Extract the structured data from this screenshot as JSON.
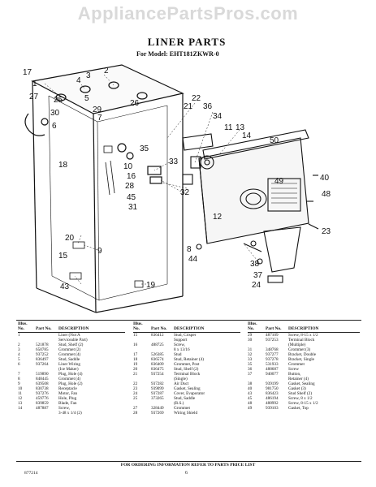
{
  "watermark": "AppliancePartsPros.com",
  "title": "LINER PARTS",
  "model": "For Model: EHT181ZKWR-0",
  "callouts": [
    "17",
    "1",
    "4",
    "3",
    "2",
    "27",
    "25",
    "5",
    "29",
    "30",
    "7",
    "6",
    "26",
    "22",
    "21",
    "36",
    "34",
    "11",
    "13",
    "14",
    "50",
    "35",
    "18",
    "10",
    "16",
    "33",
    "28",
    "45",
    "31",
    "32",
    "49",
    "40",
    "48",
    "12",
    "23",
    "20",
    "9",
    "15",
    "8",
    "44",
    "38",
    "37",
    "24",
    "43",
    "19"
  ],
  "parts_header": {
    "illus": "Illus. No.",
    "part": "Part No.",
    "desc": "DESCRIPTION"
  },
  "parts_col1": [
    {
      "n": "1",
      "p": "",
      "d": "Liner (Not A"
    },
    {
      "n": "",
      "p": "",
      "d": "Serviceable Part)"
    },
    {
      "n": "2",
      "p": "521878",
      "d": "Stud, Shelf (2)"
    },
    {
      "n": "3",
      "p": "650785",
      "d": "Grommet (2)"
    },
    {
      "n": "4",
      "p": "937252",
      "d": "Grommet (4)"
    },
    {
      "n": "5",
      "p": "836497",
      "d": "Stud, Saddle"
    },
    {
      "n": "6",
      "p": "937264",
      "d": "Liner Wiring"
    },
    {
      "n": "",
      "p": "",
      "d": "(Ice Maker)"
    },
    {
      "n": "7",
      "p": "519890",
      "d": "Plug, Hole (4)"
    },
    {
      "n": "8",
      "p": "848445",
      "d": "Grommet (4)"
    },
    {
      "n": "9",
      "p": "639508",
      "d": "Plug, Hole (2)"
    },
    {
      "n": "10",
      "p": "830738",
      "d": "Receptacle"
    },
    {
      "n": "11",
      "p": "937276",
      "d": "Motor, Fan"
    },
    {
      "n": "12",
      "p": "459776",
      "d": "Hole, Plug"
    },
    {
      "n": "13",
      "p": "839859",
      "d": "Blade, Fan"
    },
    {
      "n": "14",
      "p": "487887",
      "d": "Screw,"
    },
    {
      "n": "",
      "p": "",
      "d": "3-48 x 1/4 (2)"
    }
  ],
  "parts_col2": [
    {
      "n": "15",
      "p": "836412",
      "d": "Stud, Crisper"
    },
    {
      "n": "",
      "p": "",
      "d": "Support"
    },
    {
      "n": "16",
      "p": "488725",
      "d": "Screw,"
    },
    {
      "n": "",
      "p": "",
      "d": "8 x 13/16"
    },
    {
      "n": "17",
      "p": "526385",
      "d": "Stud"
    },
    {
      "n": "18",
      "p": "836574",
      "d": "Stud, Retainer (4)"
    },
    {
      "n": "19",
      "p": "836409",
      "d": "Grommet, Post"
    },
    {
      "n": "20",
      "p": "836475",
      "d": "Stud, Shelf (2)"
    },
    {
      "n": "21",
      "p": "937254",
      "d": "Terminal Block"
    },
    {
      "n": "",
      "p": "",
      "d": "(Single)"
    },
    {
      "n": "22",
      "p": "937282",
      "d": "Air Duct"
    },
    {
      "n": "23",
      "p": "939099",
      "d": "Gasket, Sealing"
    },
    {
      "n": "24",
      "p": "937287",
      "d": "Cover, Evaporator"
    },
    {
      "n": "25",
      "p": "373265",
      "d": "Stud, Saddle"
    },
    {
      "n": "",
      "p": "",
      "d": "(R.S.)"
    },
    {
      "n": "27",
      "p": "328449",
      "d": "Grommet"
    },
    {
      "n": "28",
      "p": "937269",
      "d": "Wiring Shield"
    }
  ],
  "parts_col3": [
    {
      "n": "29",
      "p": "487109",
      "d": "Screw, 8-15 x 1/2"
    },
    {
      "n": "30",
      "p": "937253",
      "d": "Terminal Block"
    },
    {
      "n": "",
      "p": "",
      "d": "(Multiple)"
    },
    {
      "n": "31",
      "p": "348768",
      "d": "Grommet (3)"
    },
    {
      "n": "32",
      "p": "937277",
      "d": "Bracket, Double"
    },
    {
      "n": "33",
      "p": "937278",
      "d": "Bracket, Single"
    },
    {
      "n": "35",
      "p": "531933",
      "d": "Grommet"
    },
    {
      "n": "36",
      "p": "488687",
      "d": "Screw"
    },
    {
      "n": "37",
      "p": "940077",
      "d": "Button,"
    },
    {
      "n": "",
      "p": "",
      "d": "Retainer (4)"
    },
    {
      "n": "38",
      "p": "939199",
      "d": "Gasket, Sealing"
    },
    {
      "n": "40",
      "p": "981750",
      "d": "Gasket (3)"
    },
    {
      "n": "43",
      "p": "836423",
      "d": "Stud Shelf (2)"
    },
    {
      "n": "45",
      "p": "486194",
      "d": "Screw, 8 x 1/2"
    },
    {
      "n": "48",
      "p": "488992",
      "d": "Screw, 8-15 x 1/2"
    },
    {
      "n": "49",
      "p": "939103",
      "d": "Gasket, Top"
    }
  ],
  "footer": "FOR ORDERING INFORMATION REFER TO PARTS PRICE LIST",
  "doc_number": "877214",
  "page_number": "6"
}
